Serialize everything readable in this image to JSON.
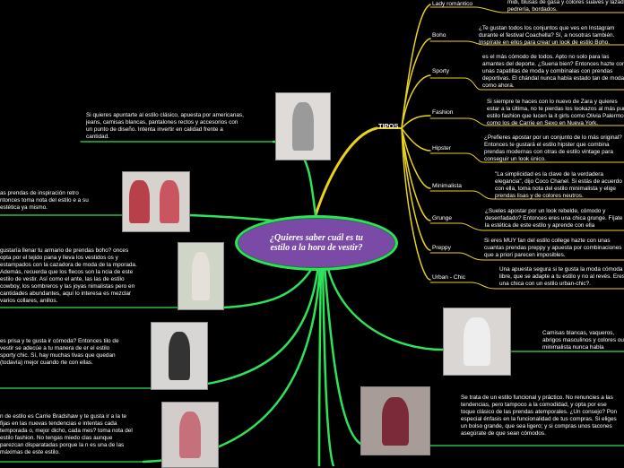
{
  "center": {
    "title": "¿Quieres saber cuál es tu estilo a la hora de vestir?"
  },
  "tipos": {
    "label": "TIPOS",
    "items": [
      {
        "name": "Lady romántico",
        "desc": "midi, blusas de gasa y colores suaves y lazadas, pedrería, bordados."
      },
      {
        "name": "Boho",
        "desc": "¿Te gustan todos los conjuntos que ves en Instagram durante el festival Coachella? Sí, a nosotras también. Inspírate en ellos para crear un look de estilo Boho."
      },
      {
        "name": "Sporty",
        "desc": "es el más cómodo de todos. Apto no solo para las amantes del deporte. ¿Suena bien? Entonces hazte con unas zapatillas de moda y combínalas con prendas deportivas. El chándal nunca había estado tan de moda como ahora."
      },
      {
        "name": "Fashion",
        "desc": "Si siempre te haces con lo nuevo de Zara y quieres estar a la última, no te pierdas los lookazos al más puro estilo fashion que lucen la it girls como Olivia Palermo o como los de Carrie en Sexo en Nueva York."
      },
      {
        "name": "Hipster",
        "desc": "¿Prefieres apostar por un conjunto de lo más original? Entonces te gustará el estilo hipster que combina prendas modernas con otras de estilo vintage para conseguir un look único."
      },
      {
        "name": "Minimalista",
        "desc": "\"La simplicidad es la clave de la verdadera elegancia\", dijo Coco Chanel. Si estás de acuerdo con ella, toma nota del estilo minimalista y elige prendas lisas y de colores neutros."
      },
      {
        "name": "Grunge",
        "desc": "¿Sueles apostar por un look rebelde, cómodo y desenfadado? Entonces eres una chica grunge. Fíjate en la estética de este estilo y aprende con ella"
      },
      {
        "name": "Preppy",
        "desc": "Si eres MUY fan del estilo college hazte con unas cuantas prendas preppy y apuesta por combinaciones que a priori parecen imposibles."
      },
      {
        "name": "Urban - Chic",
        "desc": "Una apuesta segura si te gusta la moda cómoda y libre, que se adapte a tu estilo y no al revés. Eres una chica con un estilo urban-chic?."
      }
    ]
  },
  "left_notes": [
    "Si quieres apuntarte al estilo clásico, apuesta por americanas, jeans, camisas blancas, pantalones rectos y accesorios con un punto de diseño. Intenta invertir en calidad frente a cantidad.",
    "as prendas de inspiración retro ntonces toma nota del estilo e a su estética ya mismo.",
    "gustaría llenar tu armario de prendas boho? onces opta por el tejido pana y lleva los vestidos os y estampados con la cazadora de moda de la mporada. Además, recuerda que los flecos son la ncia de este estilo de vestir. Así como el ante, las las de estilo cowboy, los sombreros y las joyas nimalistas pero en cantidades abundantes, aquí lo interesa es mezclar varios collares, anillos.",
    "es prisa y te gusta ir cómoda? Entonces tilo de vestir se adecúe a tu manera de er el estilo sporty chic. Sí, hay muchas tivas que quedan (todavía) mejor cuando rte con ellas.",
    "n de estilo es Carrie Bradshaw y te gusta ir a la te fijas en las nuevas tendencias e intentas cada temporada o, mejor dicho, cada mes? toma nota del estilo fashion. No tengas miedo clas aunque parezcan disparatadas porque la n es una de las máximas de este estilo."
  ],
  "right_notes": [
    "Camisas blancas, vaqueros, abrigos masculinos y colores outfit minimalista nunca habla",
    "Se trata de un estilo funcional y práctico. No renuncies a las tendencias, pero tampoco a la comodidad, y opta por ese toque clásico de las prendas atemporales. ¿Un consejo? Pon especial énfasis en la funcionalidad de tus compras. Si eliges un bolso grande, que sea ligero; y si compras unos tacones asegúrate de que sean cómodos."
  ]
}
